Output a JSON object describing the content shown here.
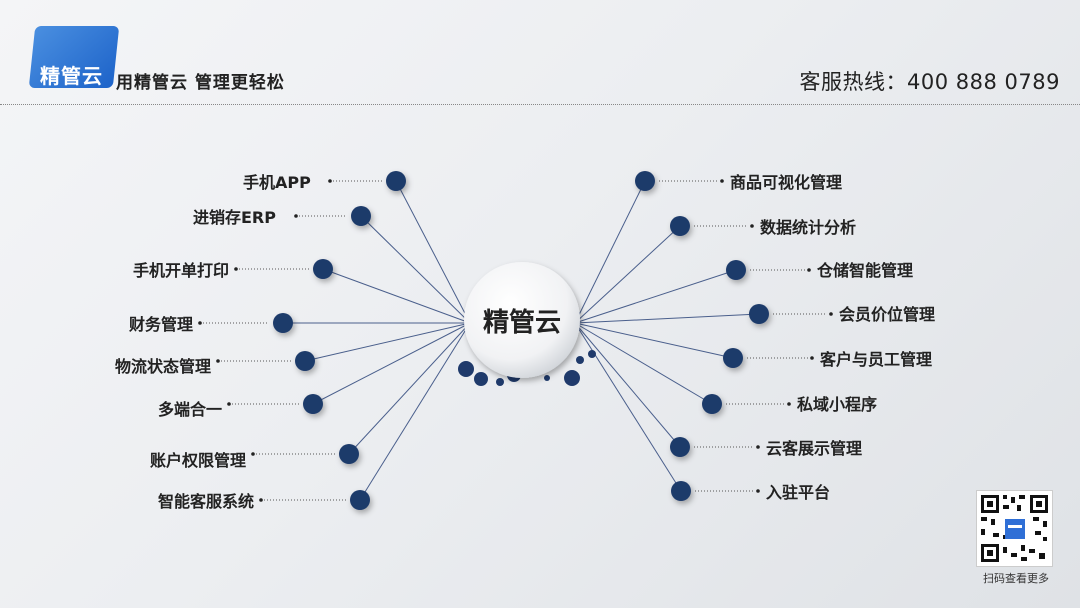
{
  "header": {
    "logo_text": "精管云",
    "slogan": "用精管云 管理更轻松",
    "hotline": "客服热线：400 888 0789"
  },
  "diagram": {
    "center_label": "精管云",
    "colors": {
      "node": "#1f3a6b",
      "line": "#4a5f8c",
      "text": "#222222"
    },
    "left_items": [
      "手机APP",
      "进销存ERP",
      "手机开单打印",
      "财务管理",
      "物流状态管理",
      "多端合一",
      "账户权限管理",
      "智能客服系统"
    ],
    "right_items": [
      "商品可视化管理",
      "数据统计分析",
      "仓储智能管理",
      "会员价位管理",
      "客户与员工管理",
      "私域小程序",
      "云客展示管理",
      "入驻平台"
    ]
  },
  "footer": {
    "qr_icon": "qr-code-icon",
    "qr_caption": "扫码查看更多"
  }
}
